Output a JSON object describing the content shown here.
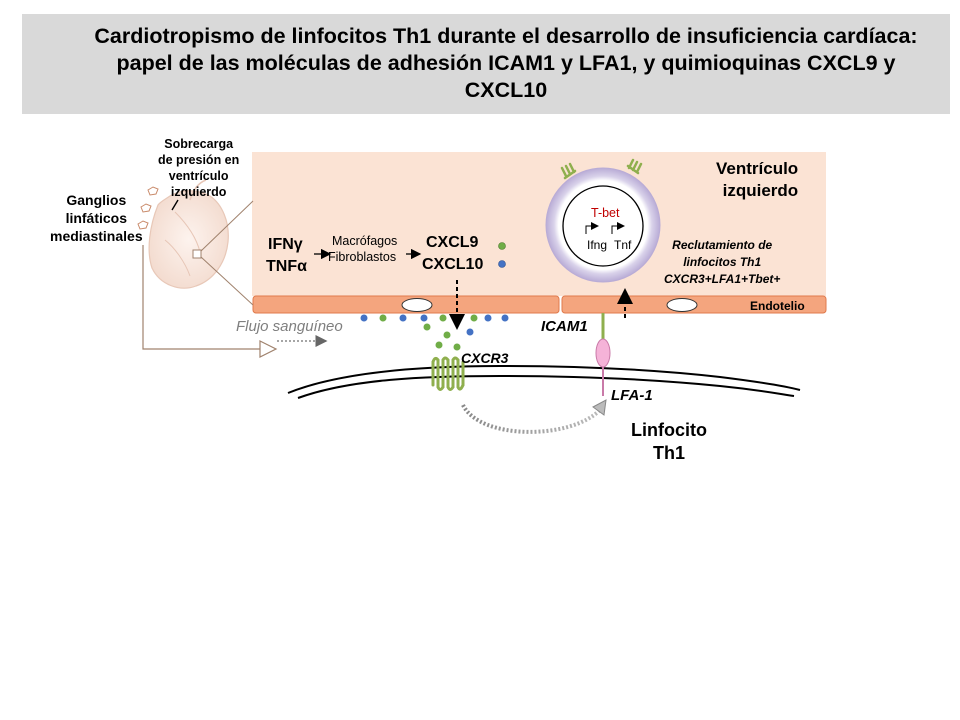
{
  "title": "Cardiotropismo de linfocitos Th1 durante el desarrollo de insuficiencia cardíaca: papel de las moléculas de adhesión ICAM1 y LFA1, y quimioquinas CXCL9 y CXCL10",
  "labels": {
    "ganglios": [
      "Ganglios",
      "linfáticos",
      "mediastinales"
    ],
    "sobrecarga": [
      "Sobrecarga",
      "de presión en",
      "ventrículo",
      "izquierdo"
    ],
    "ventriculo": [
      "Ventrículo",
      "izquierdo"
    ],
    "ifng": "IFNγ",
    "tnfa": "TNFα",
    "macrofagos": "Macrófagos",
    "fibroblastos": "Fibroblastos",
    "cxcl9": "CXCL9",
    "cxcl10": "CXCL10",
    "tbet": "T-bet",
    "ifng_gene": "Ifng",
    "tnf_gene": "Tnf",
    "reclutamiento": [
      "Reclutamiento de",
      "linfocitos Th1",
      "CXCR3+LFA1+Tbet+"
    ],
    "endotelio": "Endotelio",
    "flujo": "Flujo sanguíneo",
    "icam1": "ICAM1",
    "cxcr3": "CXCR3",
    "lfa1": "LFA-1",
    "linfocito": [
      "Linfocito",
      "Th1"
    ]
  },
  "colors": {
    "title_bg": "#d9d9d9",
    "tissue": "#fbe3d4",
    "endothelium": "#f4a57e",
    "endothelium_border": "#e07a4c",
    "chemokine_green": "#70ad47",
    "chemokine_blue": "#4472c4",
    "receptor_green": "#8faf4e",
    "icam_pink": "#f5b3d8",
    "tbet_red": "#c00000",
    "cell_ring": "#c9bfdf",
    "arrow_brown": "#a0826d"
  }
}
